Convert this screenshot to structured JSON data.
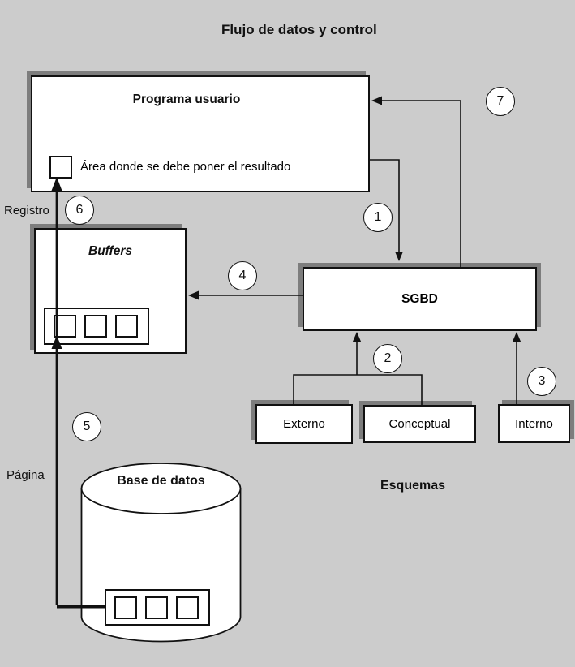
{
  "title": "Flujo de datos y control",
  "boxes": {
    "programa_usuario": "Programa usuario",
    "area_resultado": "Área donde se debe poner el resultado",
    "buffers": "Buffers",
    "sgbd": "SGBD",
    "externo": "Externo",
    "conceptual": "Conceptual",
    "interno": "Interno",
    "base_de_datos": "Base de datos"
  },
  "labels": {
    "registro": "Registro",
    "pagina": "Página",
    "esquemas": "Esquemas"
  },
  "steps": [
    "1",
    "2",
    "3",
    "4",
    "5",
    "6",
    "7"
  ],
  "colors": {
    "background": "#cccccc",
    "box_fill": "#ffffff",
    "line": "#111111",
    "shadow": "#7d7d7d"
  }
}
